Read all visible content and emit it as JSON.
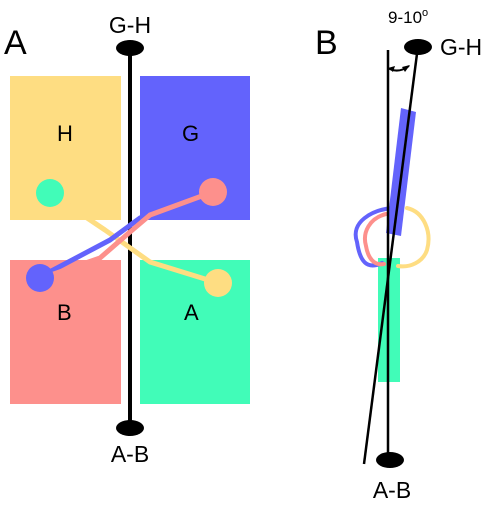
{
  "panel_a": {
    "letter": "A",
    "top_pole_label": "G-H",
    "bottom_pole_label": "A-B",
    "blocks": {
      "h": "H",
      "g": "G",
      "b": "B",
      "a": "A"
    }
  },
  "panel_b": {
    "letter": "B",
    "angle_label": "9-10",
    "angle_unit": "o",
    "top_pole_label": "G-H",
    "bottom_pole_label": "A-B"
  },
  "colors": {
    "h": "#fedd82",
    "g": "#6363fc",
    "b": "#fd908c",
    "a": "#41fcb8",
    "pole": "#000000"
  }
}
